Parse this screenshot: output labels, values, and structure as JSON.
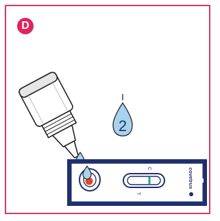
{
  "step": {
    "label": "D"
  },
  "drop": {
    "count": "2",
    "color": "#a9d2ef"
  },
  "cassette": {
    "brand": "covetrus",
    "window_label_t": "T",
    "window_label_c": "C",
    "body_color": "#1f2f6e",
    "control_line_color": "#1aa58c",
    "sample_color": "#e14a1c"
  },
  "colors": {
    "accent": "#d8386a",
    "badge": "#e0245e"
  }
}
